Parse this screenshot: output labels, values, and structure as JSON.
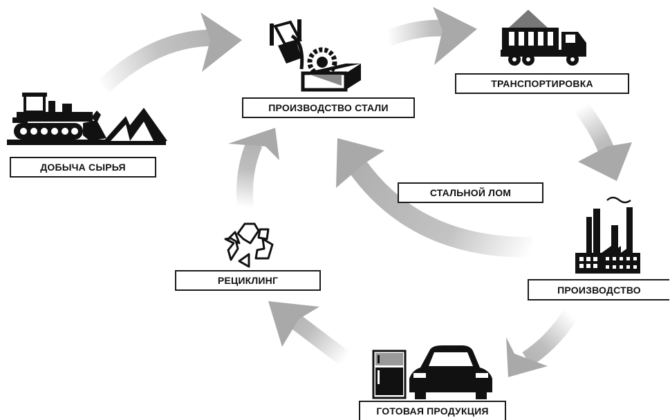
{
  "stages": {
    "mining": "ДОБЫЧА СЫРЬЯ",
    "steel_production": "ПРОИЗВОДСТВО СТАЛИ",
    "transportation": "ТРАНСПОРТИРОВКА",
    "manufacturing": "ПРОИЗВОДСТВО",
    "finished_products": "ГОТОВАЯ ПРОДУКЦИЯ",
    "recycling": "РЕЦИКЛИНГ",
    "steel_scrap": "СТАЛЬНОЙ ЛОМ"
  },
  "icons": [
    "bulldozer-icon",
    "ore-pile-icon",
    "steel-ladle-icon",
    "gear-icon",
    "steel-beam-icon",
    "dump-truck-icon",
    "factory-icon",
    "refrigerator-icon",
    "car-icon",
    "recycle-icon"
  ],
  "colors": {
    "arrow": "#a9a9a9",
    "icon": "#111111",
    "label_border": "#1a1a1a"
  }
}
